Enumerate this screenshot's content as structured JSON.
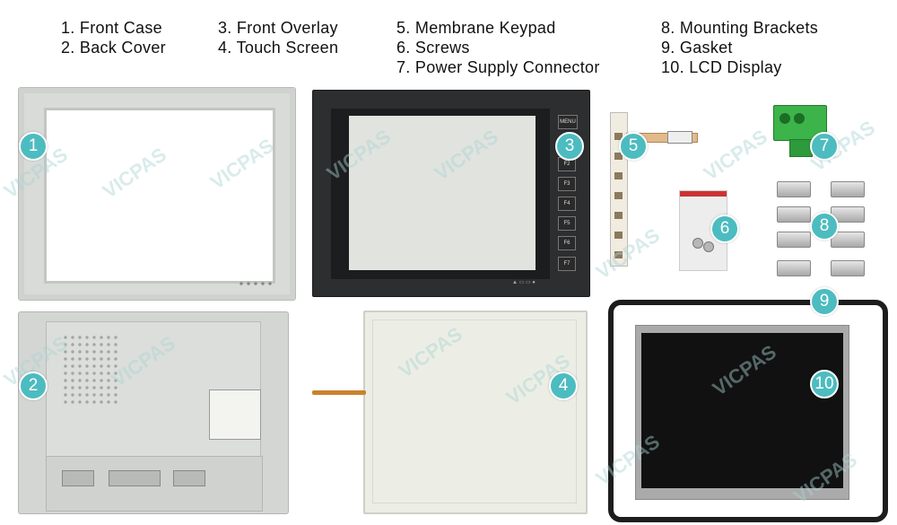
{
  "legend": {
    "col1": [
      "1. Front Case",
      "2. Back Cover"
    ],
    "col2": [
      "3. Front Overlay",
      "4. Touch Screen"
    ],
    "col3": [
      "5. Membrane Keypad",
      "6. Screws",
      "7. Power Supply Connector"
    ],
    "col4": [
      "8. Mounting Brackets",
      "9. Gasket",
      "10. LCD Display"
    ]
  },
  "markers": {
    "m1": "1",
    "m2": "2",
    "m3": "3",
    "m4": "4",
    "m5": "5",
    "m6": "6",
    "m7": "7",
    "m8": "8",
    "m9": "9",
    "m10": "10"
  },
  "overlay_keys": [
    "MENU",
    "F2",
    "F3",
    "F4",
    "F5",
    "F6",
    "F7"
  ],
  "watermark": "VICPAS",
  "colors": {
    "marker": "#4cbcc0",
    "case": "#d9dcd9",
    "overlay": "#2c2e30",
    "lcd": "#111111"
  }
}
